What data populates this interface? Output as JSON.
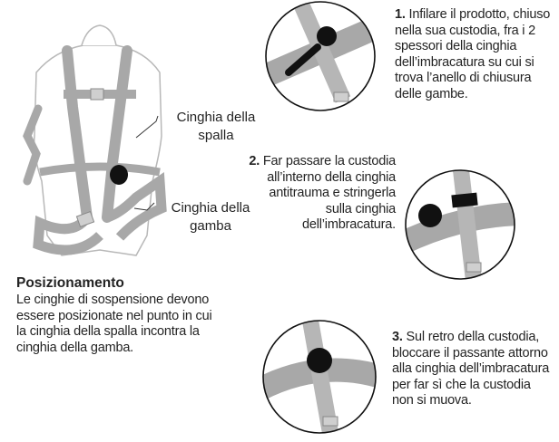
{
  "harness": {
    "shoulder_label": "Cinghia della\nspalla",
    "leg_label": "Cinghia della\ngamba"
  },
  "positioning": {
    "title": "Posizionamento",
    "body": "Le cinghie di sospensione devono essere posizionate nel punto in cui la cinghia della spalla incontra la cinghia della gamba."
  },
  "steps": [
    {
      "number": "1.",
      "text": " Infilare il prodotto, chiuso nella sua custodia, fra i 2 spessori della cinghia dell’imbracatura su cui si trova l’anello di chiusura delle gambe."
    },
    {
      "number": "2.",
      "text": " Far passare la custodia all’interno della cinghia antitrauma e stringerla sulla cinghia dell’imbracatura."
    },
    {
      "number": "3.",
      "text": " Sul retro della custodia, bloccare il passante attorno alla cinghia dell’imbracatura per far sì che la custodia non si muova."
    }
  ],
  "colors": {
    "strap": "#a8a8a8",
    "strap_dark": "#8f8f8f",
    "pouch": "#111111",
    "text": "#232323"
  }
}
